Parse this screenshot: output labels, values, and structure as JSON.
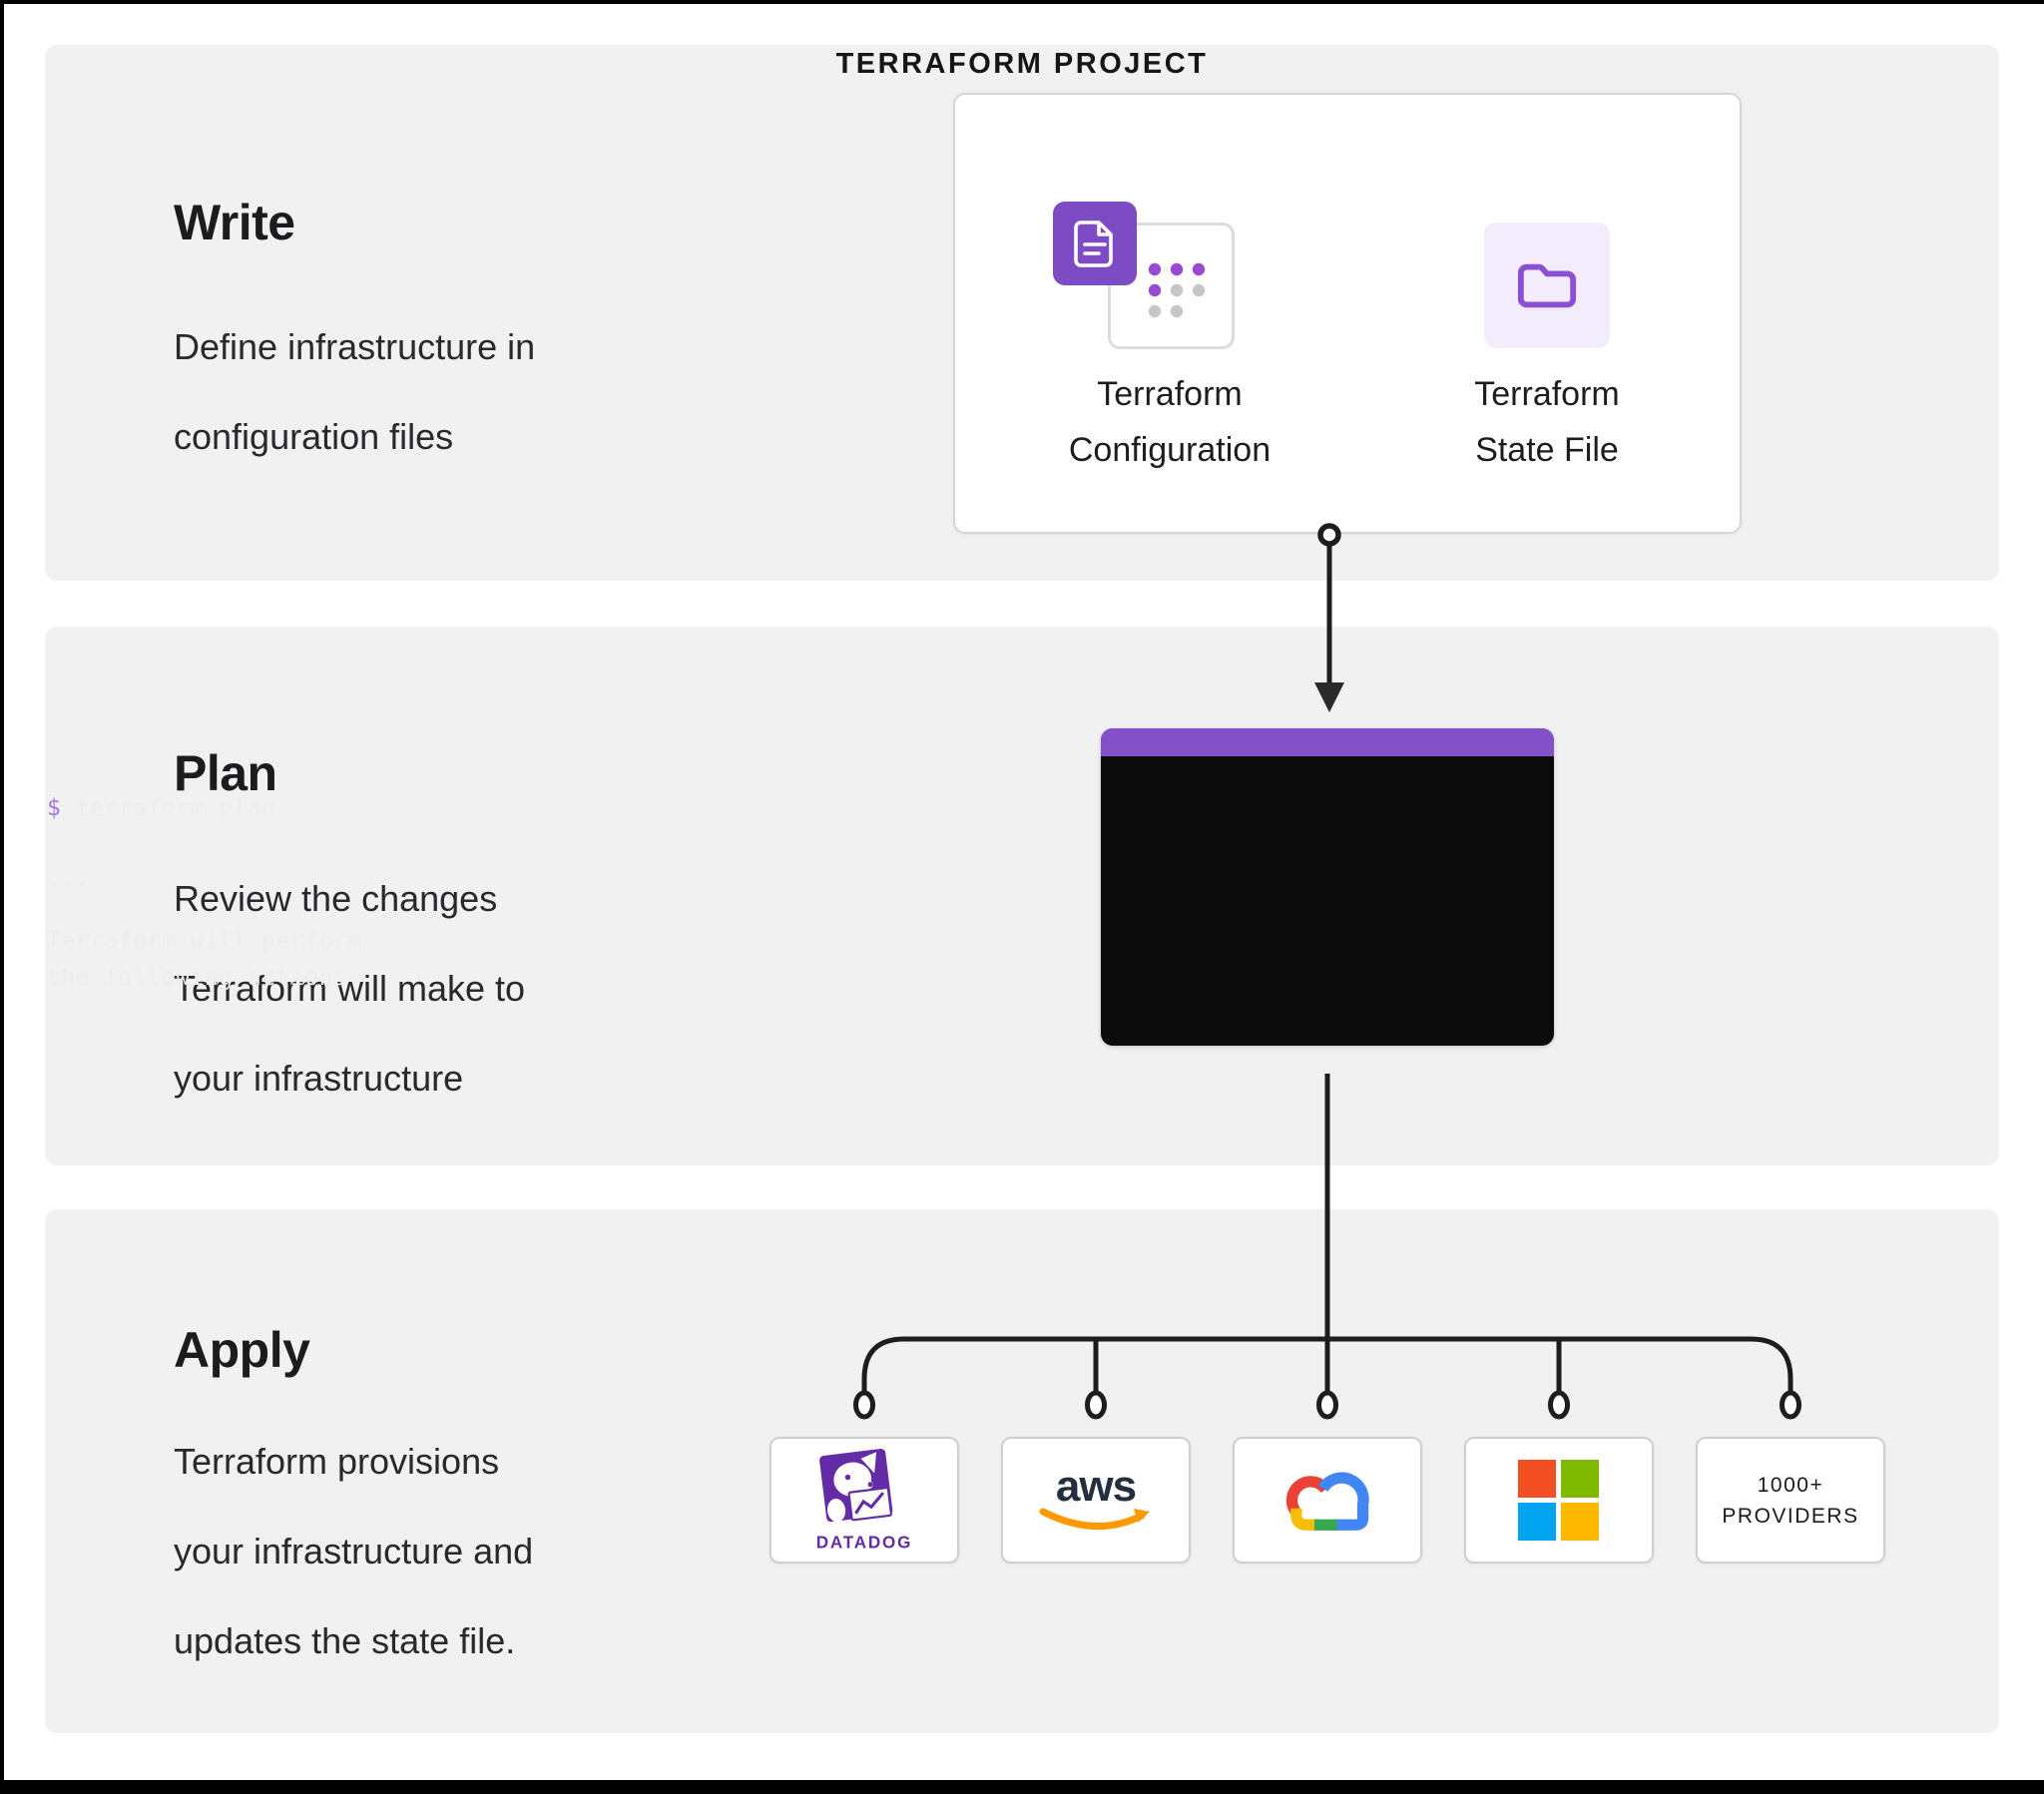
{
  "colors": {
    "section_bg": "#f1f1f2",
    "purple": "#8450c9",
    "purple_icon": "#7d4bc4",
    "lavender": "#f3ecfc",
    "folder_purple": "#8a4fd2",
    "terminal_bg": "#0b0b0c",
    "terminal_text": "#ededee",
    "prompt_purple": "#a274e8",
    "text_dark": "#1c1c1e",
    "line_black": "#1d1d1f",
    "dot_gray": "#c6c6c8",
    "datadog_purple": "#632ca6",
    "aws_navy": "#232f3e",
    "aws_orange": "#ff9900",
    "gcp_red": "#ea4335",
    "gcp_blue": "#4285f4",
    "gcp_yellow": "#fbbc05",
    "gcp_green": "#34a853",
    "ms_red": "#f25022",
    "ms_green": "#7fba00",
    "ms_blue": "#00a4ef",
    "ms_yellow": "#ffb900"
  },
  "sections": [
    {
      "title": "Write",
      "body_lines": [
        "Define infrastructure in",
        "configuration files"
      ]
    },
    {
      "title": "Plan",
      "body_lines": [
        "Review the changes",
        "Terraform will make to",
        "your infrastructure"
      ]
    },
    {
      "title": "Apply",
      "body_lines": [
        "Terraform provisions",
        "your infrastructure and",
        "updates the state file."
      ]
    }
  ],
  "project_card": {
    "title": "TERRAFORM PROJECT",
    "config_label_lines": [
      "Terraform",
      "Configuration"
    ],
    "state_label_lines": [
      "Terraform",
      "State File"
    ]
  },
  "terminal": {
    "prompt": "$",
    "command": " terraform plan",
    "ellipsis": "...",
    "output_lines": [
      "Terraform will perform",
      "the following actions"
    ]
  },
  "providers": {
    "datadog_label": "DATADOG",
    "aws_label": "aws",
    "more_lines": [
      "1000+",
      "PROVIDERS"
    ]
  }
}
